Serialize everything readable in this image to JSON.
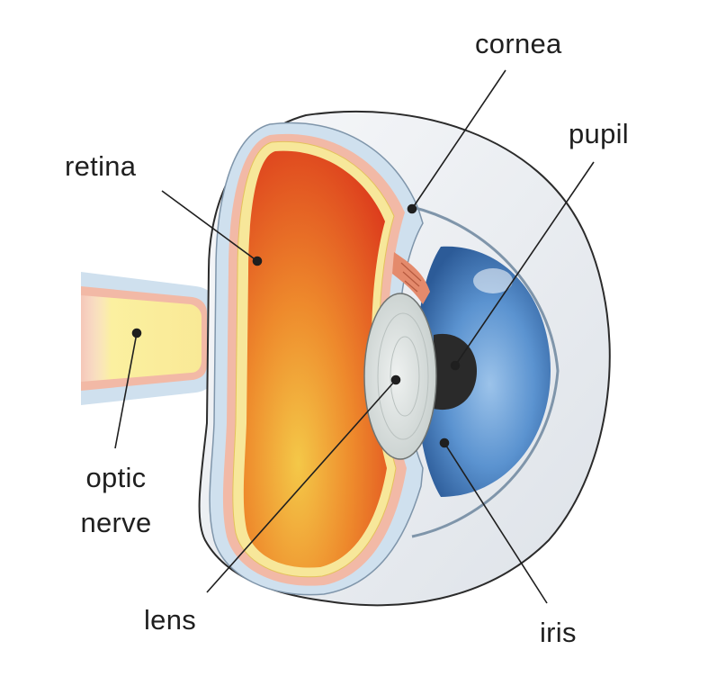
{
  "labels": {
    "cornea": "cornea",
    "pupil": "pupil",
    "retina": "retina",
    "optic_nerve_line1": "optic",
    "optic_nerve_line2": "nerve",
    "lens": "lens",
    "iris": "iris"
  },
  "colors": {
    "sclera_white": "#eef0f3",
    "sclera_outline": "#2b2b2b",
    "choroid_blue": "#cfe0ee",
    "pink_layer": "#f2b9a6",
    "retina_yellow": "#f7e79a",
    "vitreous_inner": "#f2c141",
    "vitreous_outer": "#de3d1c",
    "iris_blue": "#4f88c8",
    "iris_dark": "#2f5f9c",
    "pupil_black": "#2a2a2a",
    "lens_grey": "#d9dfde",
    "optic_nerve_yellow": "#fbf0a0",
    "leader_line": "#1f1f1f"
  }
}
